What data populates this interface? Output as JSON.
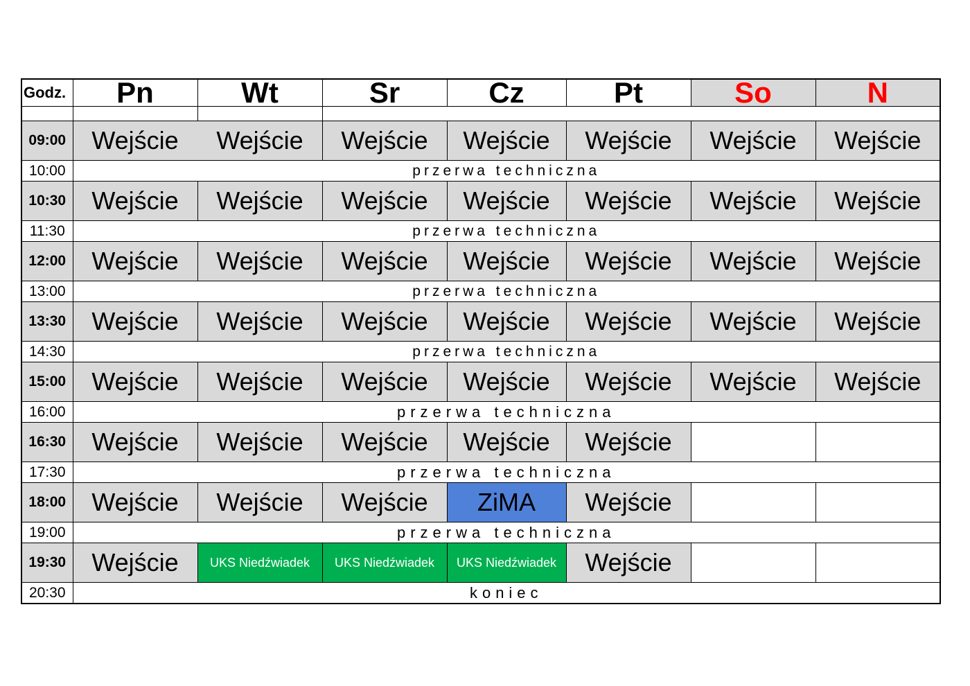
{
  "header": {
    "time_label": "Godz.",
    "days": [
      "Pn",
      "Wt",
      "Sr",
      "Cz",
      "Pt",
      "So",
      "N"
    ]
  },
  "colors": {
    "entry": "#d9d9d9",
    "weekend_text": "#ff0000",
    "zima": "#4f81d9",
    "uks": "#00b050"
  },
  "rows": {
    "s0900": {
      "time": "09:00",
      "cells": [
        "Wejście",
        "Wejście",
        "Wejście",
        "Wejście",
        "Wejście",
        "Wejście",
        "Wejście"
      ]
    },
    "b1000": {
      "time": "10:00",
      "label": "przerwa techniczna"
    },
    "s1030": {
      "time": "10:30",
      "cells": [
        "Wejście",
        "Wejście",
        "Wejście",
        "Wejście",
        "Wejście",
        "Wejście",
        "Wejście"
      ]
    },
    "b1130": {
      "time": "11:30",
      "label": "przerwa techniczna"
    },
    "s1200": {
      "time": "12:00",
      "cells": [
        "Wejście",
        "Wejście",
        "Wejście",
        "Wejście",
        "Wejście",
        "Wejście",
        "Wejście"
      ]
    },
    "b1300": {
      "time": "13:00",
      "label": "przerwa techniczna"
    },
    "s1330": {
      "time": "13:30",
      "cells": [
        "Wejście",
        "Wejście",
        "Wejście",
        "Wejście",
        "Wejście",
        "Wejście",
        "Wejście"
      ]
    },
    "b1430": {
      "time": "14:30",
      "label": "przerwa techniczna"
    },
    "s1500": {
      "time": "15:00",
      "cells": [
        "Wejście",
        "Wejście",
        "Wejście",
        "Wejście",
        "Wejście",
        "Wejście",
        "Wejście"
      ]
    },
    "b1600": {
      "time": "16:00",
      "label": "przerwa techniczna"
    },
    "s1630": {
      "time": "16:30",
      "cells": [
        "Wejście",
        "Wejście",
        "Wejście",
        "Wejście",
        "Wejście"
      ]
    },
    "b1730": {
      "time": "17:30",
      "label": "przerwa techniczna"
    },
    "s1800": {
      "time": "18:00",
      "cells": [
        "Wejście",
        "Wejście",
        "Wejście",
        "ZiMA",
        "Wejście"
      ]
    },
    "b1900": {
      "time": "19:00",
      "label": "przerwa techniczna"
    },
    "s1930": {
      "time": "19:30",
      "cells": [
        "Wejście",
        "UKS Niedźwiadek",
        "UKS Niedźwiadek",
        "UKS Niedźwiadek",
        "Wejście"
      ]
    },
    "b2030": {
      "time": "20:30",
      "label": "koniec"
    }
  }
}
